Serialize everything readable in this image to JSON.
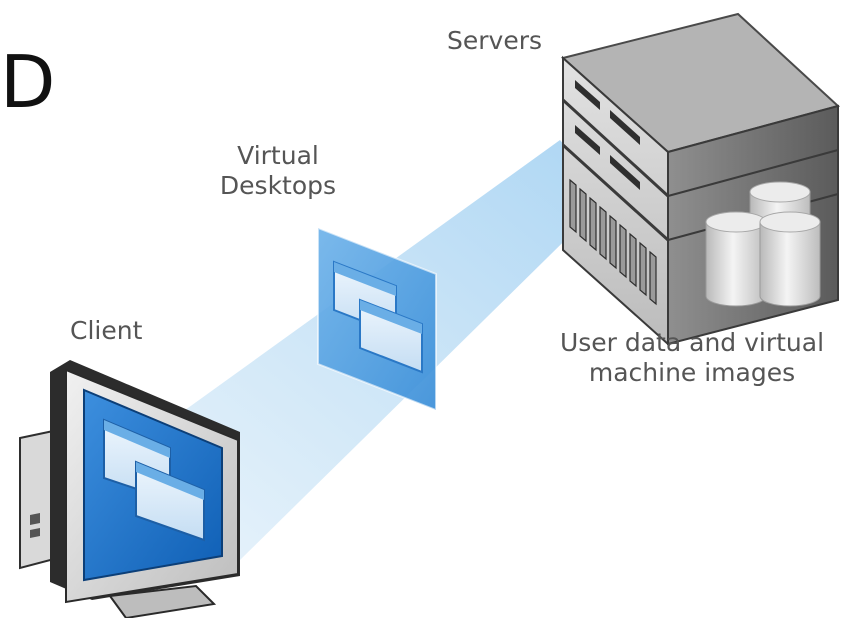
{
  "labels": {
    "servers": "Servers",
    "virtual_desktops_line1": "Virtual",
    "virtual_desktops_line2": "Desktops",
    "client": "Client",
    "data_line1": "User data and virtual",
    "data_line2": "machine images"
  },
  "cropped_text": "D",
  "colors": {
    "beam": "#bcdcf3",
    "screen_blue": "#1a6fc4",
    "window_light": "#dcebf8",
    "server_body": "#d6d6d6",
    "server_dark": "#3c3c3c",
    "disk": "#e2e2e2",
    "label_text": "#555555"
  }
}
